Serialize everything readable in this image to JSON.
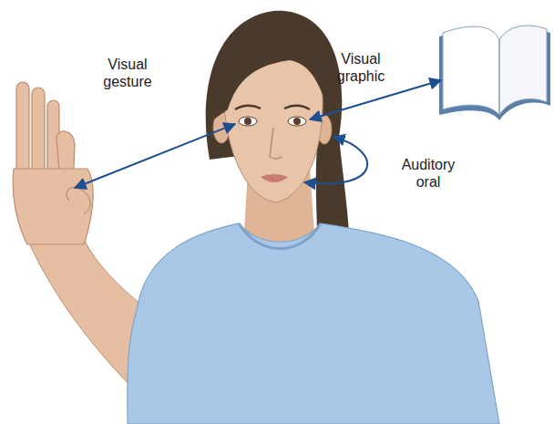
{
  "diagram": {
    "labels": [
      "Visual gesture",
      "Visual graphic",
      "Auditory oral"
    ]
  }
}
